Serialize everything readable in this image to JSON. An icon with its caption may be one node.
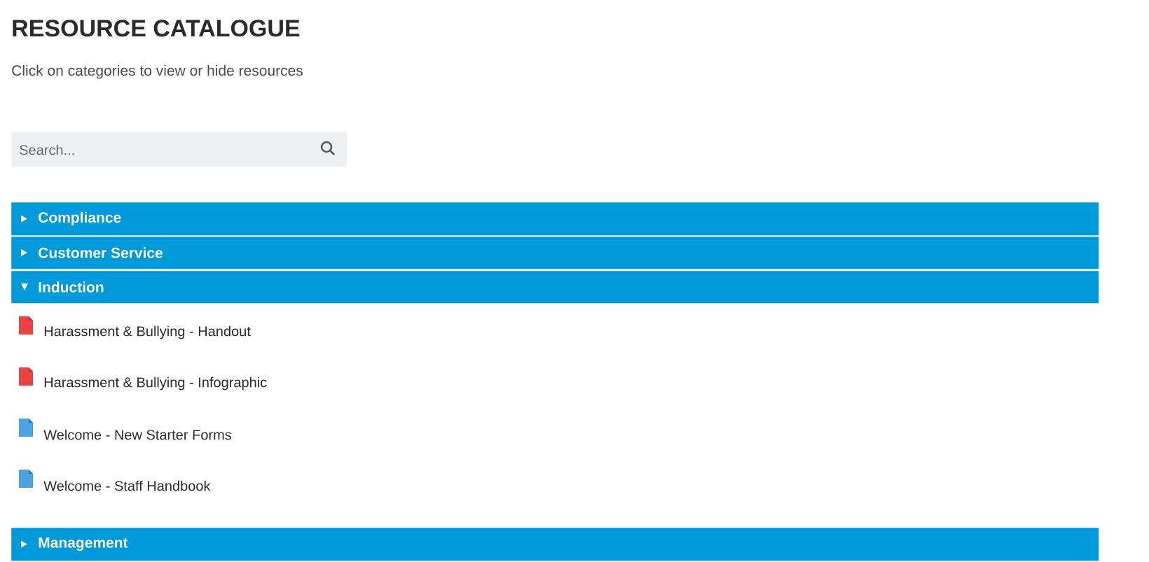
{
  "diagram": {
    "title": "RESOURCE CATALOGUE",
    "nodes": [
      {
        "text": [
          "Compliance"
        ]
      },
      {
        "text": [
          "Customer Service"
        ]
      },
      {
        "text": [
          "Induction"
        ]
      },
      {
        "text": [
          "Management"
        ]
      }
    ],
    "labels": [
      "Click on categories to view or hide resources",
      "Search...",
      "Harassment & Bullying - Handout",
      "Harassment & Bullying - Infographic",
      "Welcome - New Starter Forms",
      "Welcome - Staff Handbook"
    ]
  }
}
